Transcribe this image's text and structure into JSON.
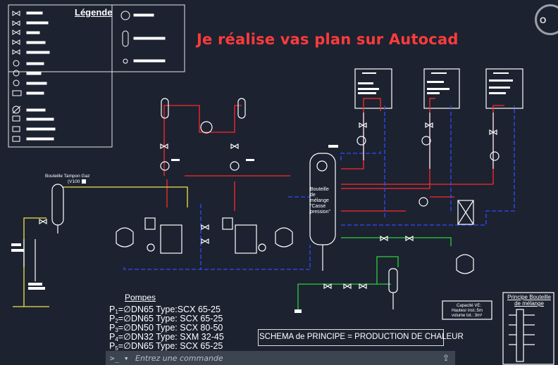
{
  "legend": {
    "title": "Légende"
  },
  "headline": "Je réalise vas plan sur Autocad",
  "labels": {
    "tampon": "Bouteille Tampon Gaz",
    "tampon_sub": "(V100",
    "bouteille": "Bouteille\nde\nmélange\n\"Casse\npression\"",
    "vase_1": "Capacité VE:",
    "vase_2": "Hauteur inst.:5m",
    "vase_3": "volume tot.: 3m³",
    "principe": "Principe Bouteille de mélange"
  },
  "pumps": {
    "title": "Pompes",
    "items": [
      {
        "prefix": "P",
        "sub": "1",
        "text": "=∅DN65 Type:SCX 65-25"
      },
      {
        "prefix": "P",
        "sub": "2",
        "text": "=∅DN65 Type: SCX 65-25"
      },
      {
        "prefix": "P",
        "sub": "3",
        "text": "=∅DN50 Type: SCX 80-50"
      },
      {
        "prefix": "P",
        "sub": "4",
        "text": "=∅DN32 Type: SXM 32-45"
      },
      {
        "prefix": "P",
        "sub": "5",
        "text": "=∅DN65 Type: SCX 65-25"
      }
    ]
  },
  "schema_title": "SCHEMA de PRINCIPE = PRODUCTION DE CHALEUR",
  "command_bar": {
    "prompt": ">_ ▾",
    "placeholder": "Entrez une commande"
  },
  "viewcube": {
    "letter": "O"
  },
  "colors": {
    "background": "#1c2230",
    "hot": "#ff2a2a",
    "cold": "#2f4cff",
    "gas": "#f2e34a",
    "green": "#2fcf3a",
    "white": "#ffffff"
  }
}
